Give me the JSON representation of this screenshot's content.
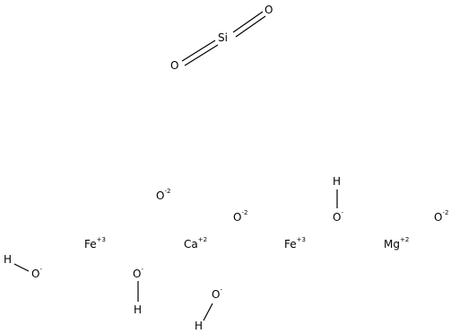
{
  "silicon_dioxide": {
    "si": "Si",
    "o_top": "O",
    "o_bottom": "O"
  },
  "ions": {
    "oxide_1": {
      "symbol": "O",
      "charge": "-2"
    },
    "oxide_2": {
      "symbol": "O",
      "charge": "-2"
    },
    "oxide_3": {
      "symbol": "O",
      "charge": "-2"
    },
    "iron_1": {
      "symbol": "Fe",
      "charge": "+3"
    },
    "iron_2": {
      "symbol": "Fe",
      "charge": "+3"
    },
    "calcium": {
      "symbol": "Ca",
      "charge": "+2"
    },
    "magnesium": {
      "symbol": "Mg",
      "charge": "+2"
    }
  },
  "hydroxides": {
    "hydroxide_1": {
      "h": "H",
      "o": "O",
      "charge": "-"
    },
    "hydroxide_2": {
      "h": "H",
      "o": "O",
      "charge": "-"
    },
    "hydroxide_3": {
      "h": "H",
      "o": "O",
      "charge": "-"
    },
    "hydroxide_4": {
      "h": "H",
      "o": "O",
      "charge": "-"
    }
  },
  "colors": {
    "text": "#000000",
    "bond": "#000000",
    "background": "#ffffff"
  }
}
